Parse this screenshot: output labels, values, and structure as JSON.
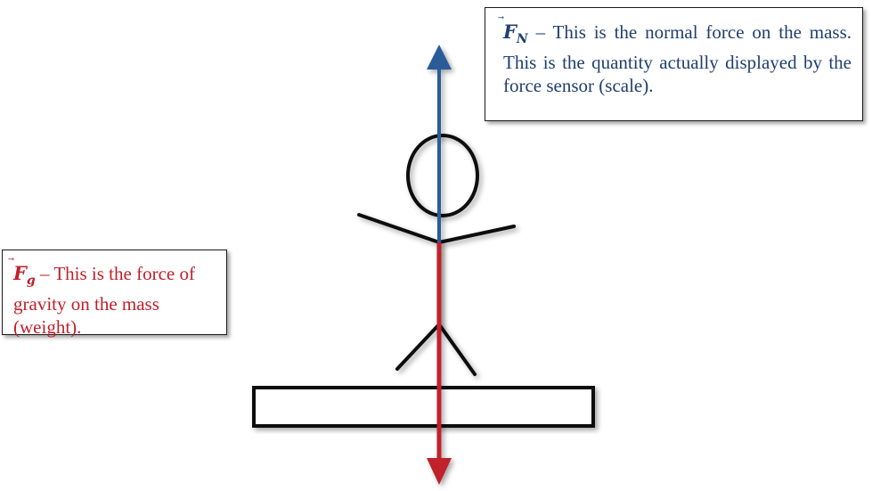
{
  "callout_normal": {
    "symbol": "F",
    "subscript": "N",
    "text": " – This is the normal force on the mass. This is the quantity actually displayed by the force sensor (scale)."
  },
  "callout_gravity": {
    "symbol": "F",
    "subscript": "g",
    "text": " – This is the force of gravity on the mass (weight)."
  },
  "colors": {
    "normal_force": "#2a5b9a",
    "gravity_force": "#c0202a",
    "figure": "#111111"
  }
}
